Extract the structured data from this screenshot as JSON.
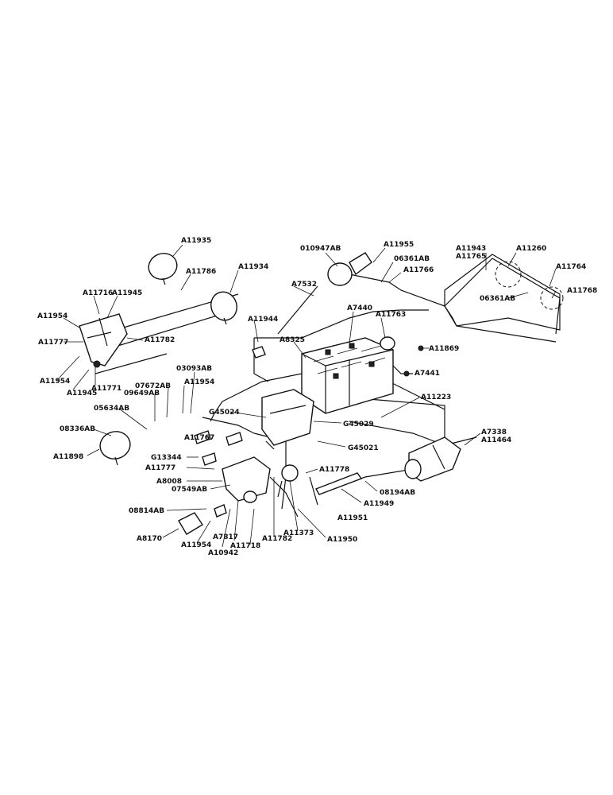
{
  "labels": {
    "a11935": "A11935",
    "a11786": "A11786",
    "a11934_top": "A11934",
    "a11716": "A11716",
    "a11945_top": "A11945",
    "a11954_left": "A11954",
    "a11777_left": "A11777",
    "a11782_top": "A11782",
    "a11954_lower": "A11954",
    "a11771": "A11771",
    "a11945_lower": "A11945",
    "d010947ab": "010947AB",
    "a11955": "A11955",
    "d06361ab_top": "06361AB",
    "a11766": "A11766",
    "a7532": "A7532",
    "a11943": "A11943",
    "a11765": "A11765",
    "a11260": "A11260",
    "a11764": "A11764",
    "a11768": "A11768",
    "d06361ab_right": "06361AB",
    "a11944": "A11944",
    "a7440": "A7440",
    "a11763": "A11763",
    "a8325": "A8325",
    "a11869": "A11869",
    "a7441": "A7441",
    "d03093ab": "03093AB",
    "d07672ab": "07672AB",
    "d09649ab": "09649AB",
    "a11954_mid": "A11954",
    "d05634ab": "05634AB",
    "g45024": "G45024",
    "a11223": "A11223",
    "g45029": "G45029",
    "a7338": "A7338",
    "a11464": "A11464",
    "d08336ab": "08336AB",
    "a11767": "A11767",
    "a11898": "A11898",
    "g13344": "G13344",
    "g45021": "G45021",
    "a11777_mid": "A11777",
    "a8008": "A8008",
    "d07549ab": "07549AB",
    "a11778": "A11778",
    "d08194ab": "08194AB",
    "a11949": "A11949",
    "d08814ab": "08814AB",
    "a11951": "A11951",
    "a8170": "A8170",
    "a7817": "A7817",
    "a11718": "A11718",
    "a11782_bottom": "A11782",
    "a11373": "A11373",
    "a11950": "A11950",
    "a11954_bottom": "A11954",
    "a10942": "A10942"
  }
}
